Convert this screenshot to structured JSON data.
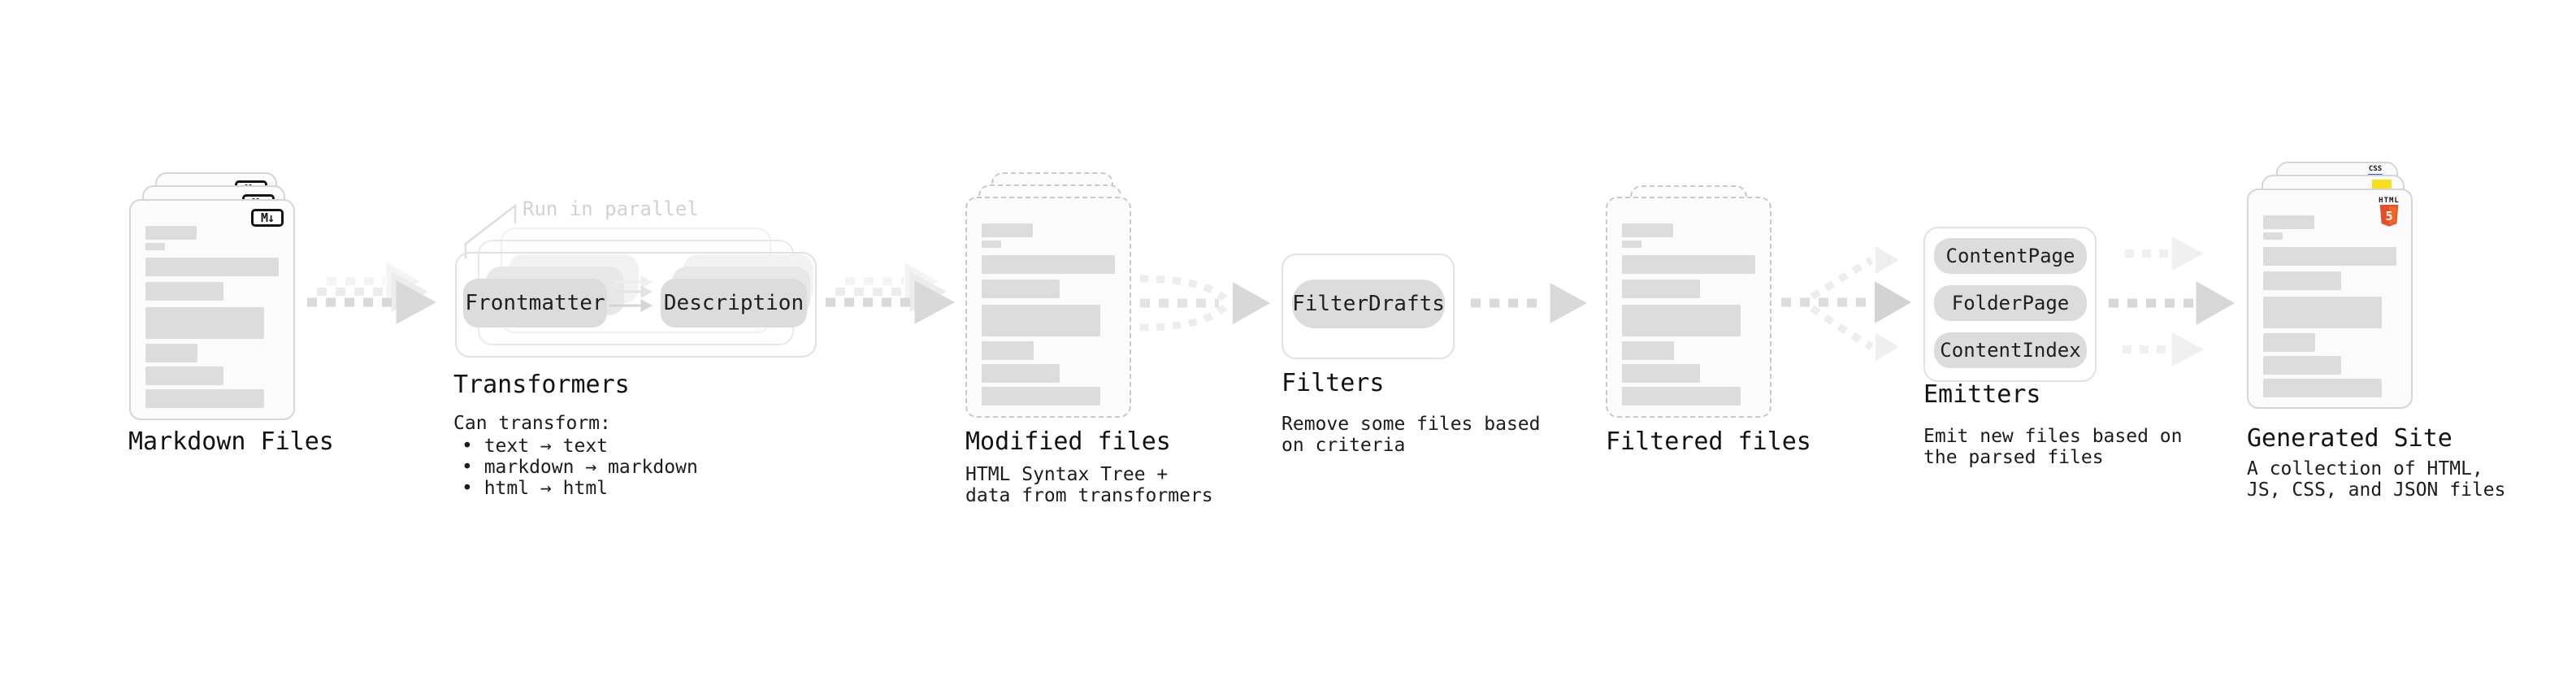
{
  "stages": {
    "markdown": {
      "title": "Markdown Files"
    },
    "transformers": {
      "annotation": "Run in parallel",
      "button_frontmatter": "Frontmatter",
      "button_description": "Description",
      "title": "Transformers",
      "desc_heading": "Can transform:",
      "bullet_1": "• text → text",
      "bullet_2": "• markdown → markdown",
      "bullet_3": "• html → html"
    },
    "modified": {
      "title": "Modified files",
      "desc_line1": "HTML Syntax Tree +",
      "desc_line2": "data from transformers"
    },
    "filters": {
      "title": "Filters",
      "button_filterdrafts": "FilterDrafts",
      "desc_line1": "Remove some files based",
      "desc_line2": "on criteria"
    },
    "filtered": {
      "title": "Filtered files"
    },
    "emitters": {
      "title": "Emitters",
      "button_contentpage": "ContentPage",
      "button_folderpage": "FolderPage",
      "button_contentindex": "ContentIndex",
      "desc_line1": "Emit new files based on",
      "desc_line2": "the parsed files"
    },
    "generated": {
      "title": "Generated Site",
      "desc_line1": "A collection of HTML,",
      "desc_line2": "JS, CSS, and JSON files"
    }
  },
  "icons": {
    "markdown_label": "M↓",
    "html_label": "HTML",
    "html_number": "5",
    "css_label": "CSS"
  },
  "colors": {
    "html5_orange": "#e34f26",
    "html5_orange_light": "#f16529",
    "js_yellow": "#f7df1e",
    "css_blue": "#2b5fe3"
  }
}
